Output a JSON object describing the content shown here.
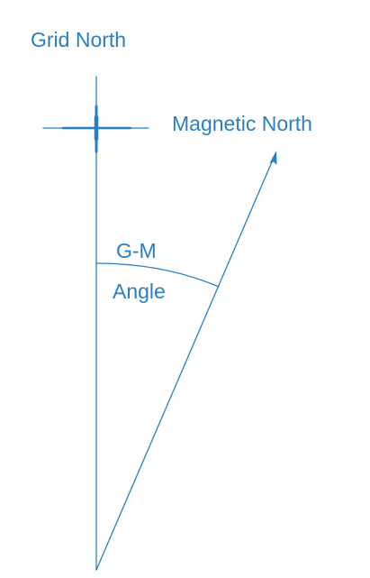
{
  "labels": {
    "grid_north": "Grid North",
    "magnetic_north": "Magnetic North",
    "angle_line1": "G-M",
    "angle_line2": "Angle"
  },
  "colors": {
    "ink": "#2a7fc1"
  },
  "icons": {
    "north_marker": "crosshair-star-icon",
    "magnetic_arrowhead": "arrowhead-icon"
  }
}
